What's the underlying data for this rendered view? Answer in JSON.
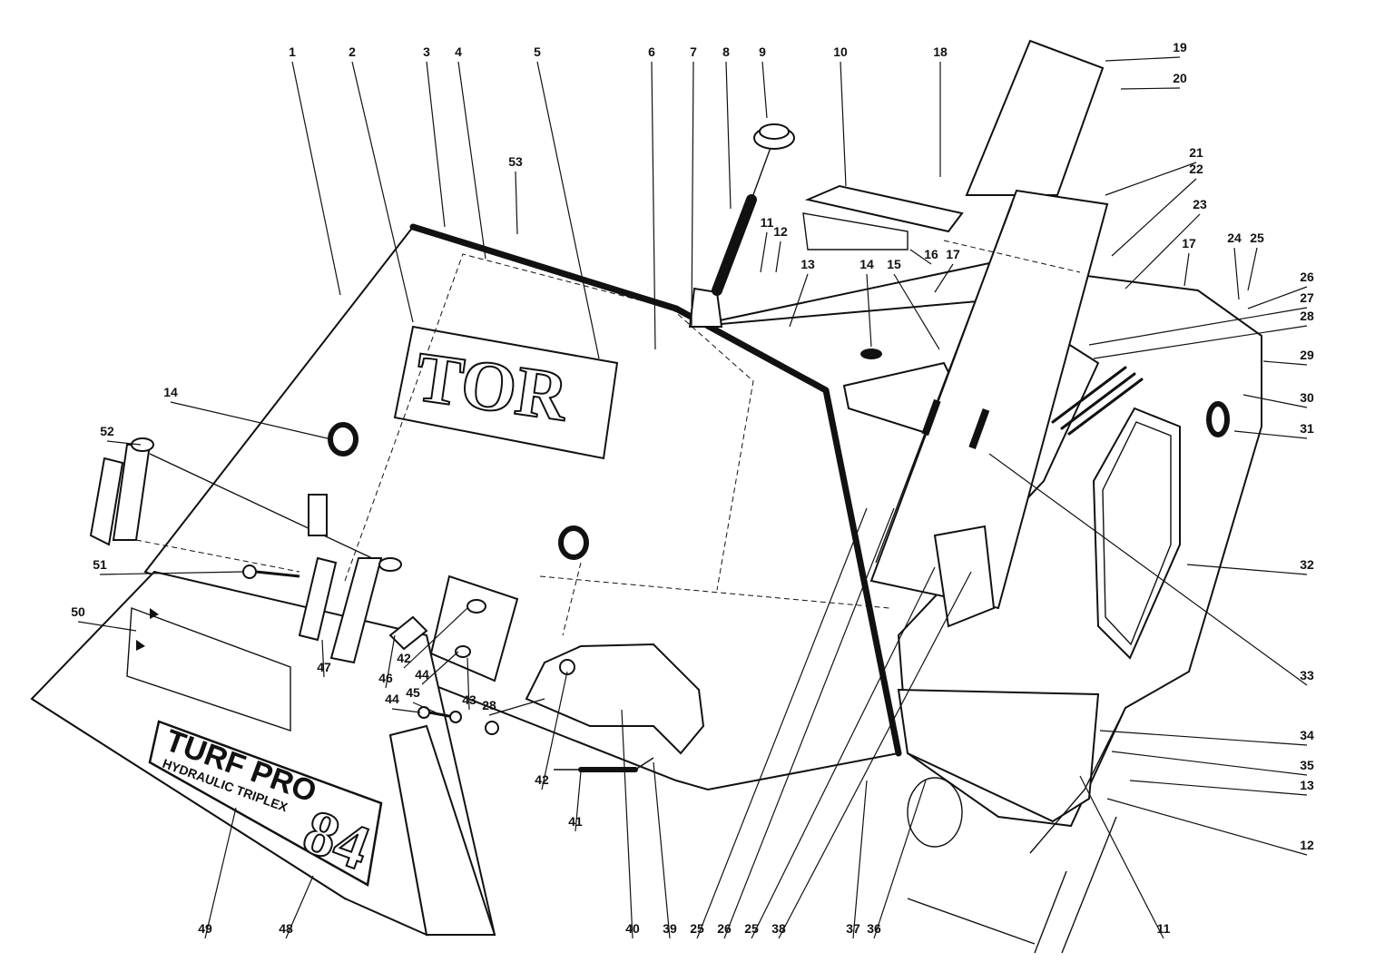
{
  "decals": {
    "logo_partial": "TOR",
    "turf_pro": "TURF PRO",
    "hydraulic_triplex": "HYDRAULIC TRIPLEX",
    "model_number": "84"
  },
  "callouts": [
    {
      "id": "c1",
      "label": "1"
    },
    {
      "id": "c2",
      "label": "2"
    },
    {
      "id": "c3",
      "label": "3"
    },
    {
      "id": "c4",
      "label": "4"
    },
    {
      "id": "c5",
      "label": "5"
    },
    {
      "id": "c6",
      "label": "6"
    },
    {
      "id": "c7",
      "label": "7"
    },
    {
      "id": "c8",
      "label": "8"
    },
    {
      "id": "c9",
      "label": "9"
    },
    {
      "id": "c10",
      "label": "10"
    },
    {
      "id": "c18",
      "label": "18"
    },
    {
      "id": "c19",
      "label": "19"
    },
    {
      "id": "c20",
      "label": "20"
    },
    {
      "id": "c21",
      "label": "21"
    },
    {
      "id": "c22",
      "label": "22"
    },
    {
      "id": "c23",
      "label": "23"
    },
    {
      "id": "c24",
      "label": "24"
    },
    {
      "id": "c25a",
      "label": "25"
    },
    {
      "id": "c26a",
      "label": "26"
    },
    {
      "id": "c27",
      "label": "27"
    },
    {
      "id": "c28a",
      "label": "28"
    },
    {
      "id": "c29",
      "label": "29"
    },
    {
      "id": "c30",
      "label": "30"
    },
    {
      "id": "c31",
      "label": "31"
    },
    {
      "id": "c32",
      "label": "32"
    },
    {
      "id": "c33",
      "label": "33"
    },
    {
      "id": "c34",
      "label": "34"
    },
    {
      "id": "c35",
      "label": "35"
    },
    {
      "id": "c13b",
      "label": "13"
    },
    {
      "id": "c12b",
      "label": "12"
    },
    {
      "id": "c11b",
      "label": "11"
    },
    {
      "id": "c11a",
      "label": "11"
    },
    {
      "id": "c12a",
      "label": "12"
    },
    {
      "id": "c13a",
      "label": "13"
    },
    {
      "id": "c14b",
      "label": "14"
    },
    {
      "id": "c15",
      "label": "15"
    },
    {
      "id": "c16",
      "label": "16"
    },
    {
      "id": "c17a",
      "label": "17"
    },
    {
      "id": "c17b",
      "label": "17"
    },
    {
      "id": "c53",
      "label": "53"
    },
    {
      "id": "c14a",
      "label": "14"
    },
    {
      "id": "c52",
      "label": "52"
    },
    {
      "id": "c51",
      "label": "51"
    },
    {
      "id": "c50",
      "label": "50"
    },
    {
      "id": "c47",
      "label": "47"
    },
    {
      "id": "c46",
      "label": "46"
    },
    {
      "id": "c42a",
      "label": "42"
    },
    {
      "id": "c44a",
      "label": "44"
    },
    {
      "id": "c43",
      "label": "43"
    },
    {
      "id": "c28b",
      "label": "28"
    },
    {
      "id": "c44b",
      "label": "44"
    },
    {
      "id": "c45",
      "label": "45"
    },
    {
      "id": "c42b",
      "label": "42"
    },
    {
      "id": "c41",
      "label": "41"
    },
    {
      "id": "c40",
      "label": "40"
    },
    {
      "id": "c39",
      "label": "39"
    },
    {
      "id": "c25b",
      "label": "25"
    },
    {
      "id": "c26b",
      "label": "26"
    },
    {
      "id": "c25c",
      "label": "25"
    },
    {
      "id": "c38",
      "label": "38"
    },
    {
      "id": "c37",
      "label": "37"
    },
    {
      "id": "c36",
      "label": "36"
    },
    {
      "id": "c49",
      "label": "49"
    },
    {
      "id": "c48",
      "label": "48"
    }
  ]
}
